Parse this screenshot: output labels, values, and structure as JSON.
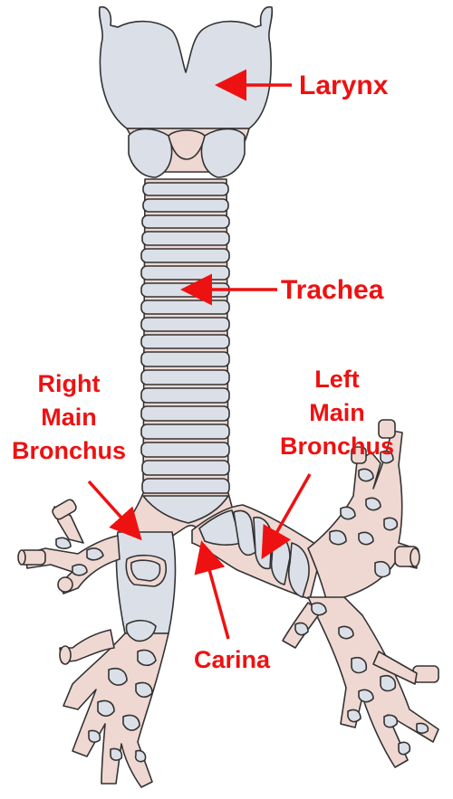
{
  "labels": {
    "larynx": "Larynx",
    "trachea": "Trachea",
    "right_main_bronchus": [
      "Right",
      "Main",
      "Bronchus"
    ],
    "left_main_bronchus": [
      "Left",
      "Main",
      "Bronchus"
    ],
    "carina": "Carina"
  },
  "colors": {
    "label": "#ee1111",
    "cartilage": "#dbe0e8",
    "tissue": "#f0d8d2",
    "outline": "#333333"
  }
}
